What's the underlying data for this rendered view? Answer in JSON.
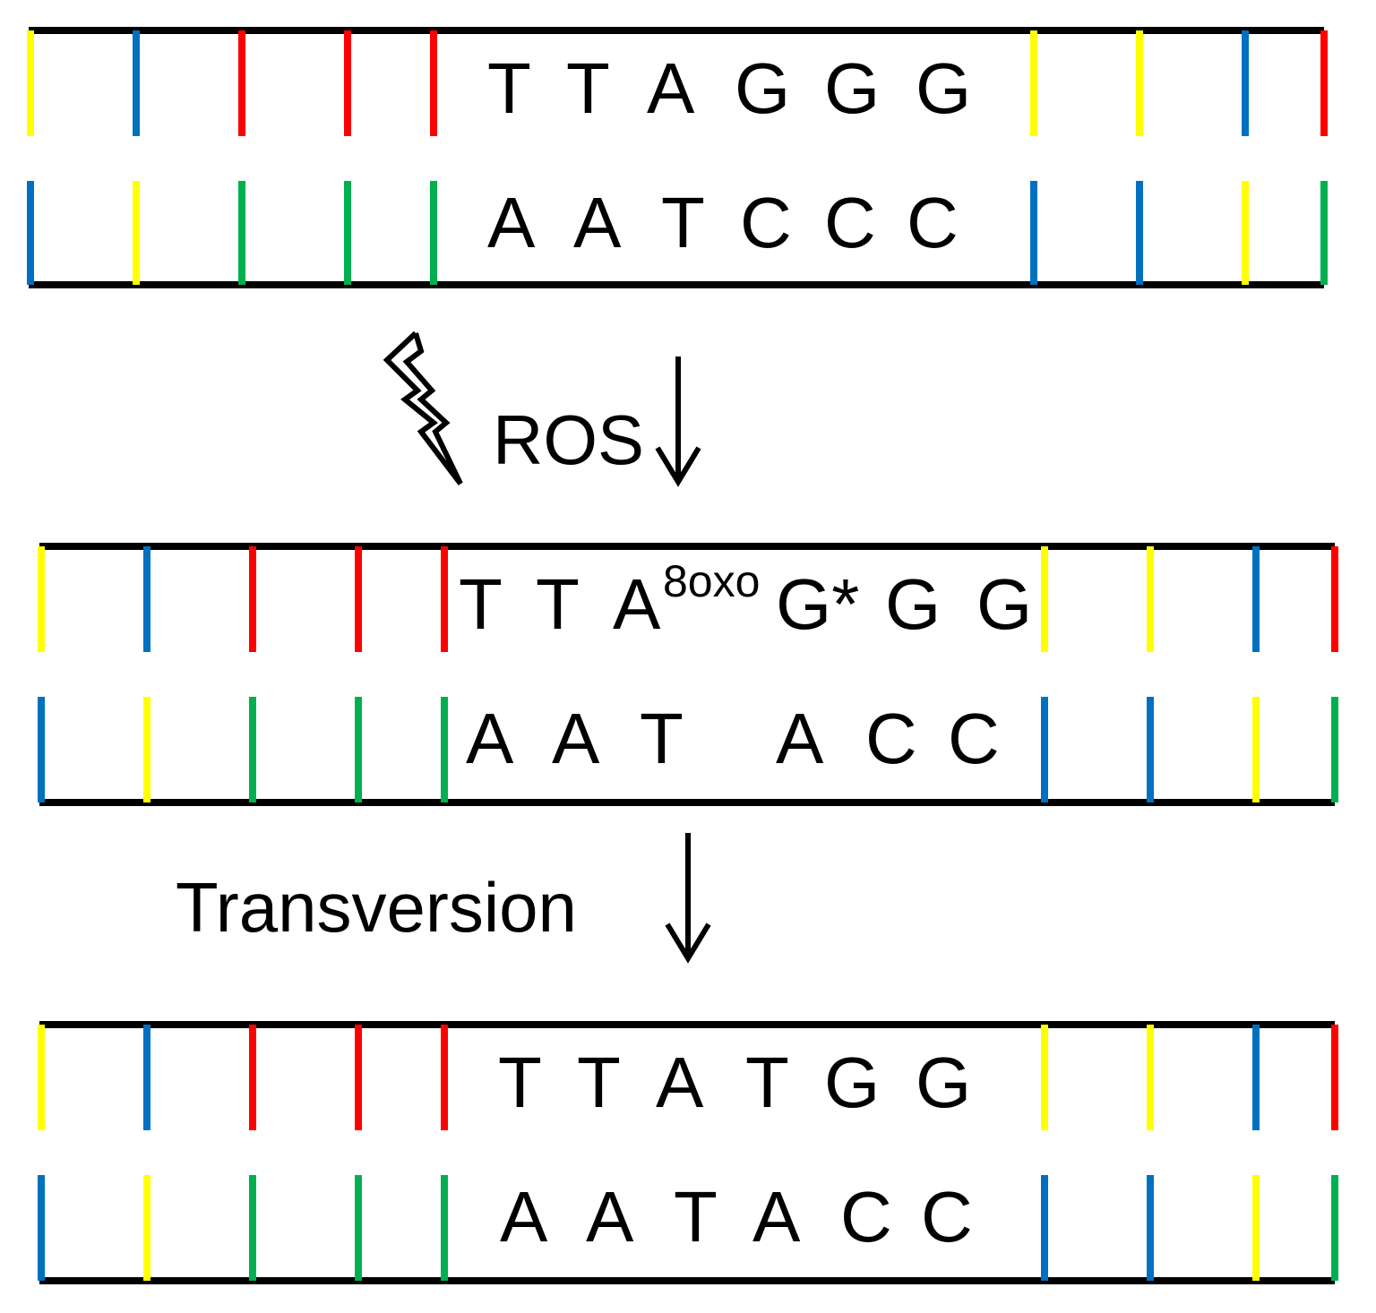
{
  "colors": {
    "yellow": "#ffff00",
    "blue": "#0070c0",
    "red": "#ff0000",
    "green": "#00b050",
    "backbone": "#000000"
  },
  "panels": [
    {
      "id": "original",
      "top_sequence": [
        "T",
        "T",
        "A",
        "G",
        "G",
        "G"
      ],
      "bottom_sequence": [
        "A",
        "A",
        "T",
        "C",
        "C",
        "C"
      ],
      "top_left_bars": [
        "yellow",
        "blue",
        "red",
        "red",
        "red"
      ],
      "top_right_bars": [
        "yellow",
        "yellow",
        "blue",
        "red"
      ],
      "bottom_left_bars": [
        "blue",
        "yellow",
        "green",
        "green",
        "green"
      ],
      "bottom_right_bars": [
        "blue",
        "blue",
        "yellow",
        "green"
      ]
    },
    {
      "id": "oxidized",
      "top_sequence": [
        "T",
        "T",
        "A",
        "G*",
        "G",
        "G"
      ],
      "modification_superscript": "8oxo",
      "bottom_sequence": [
        "A",
        "A",
        "T",
        "A",
        "C",
        "C"
      ],
      "top_left_bars": [
        "yellow",
        "blue",
        "red",
        "red",
        "red"
      ],
      "top_right_bars": [
        "yellow",
        "yellow",
        "blue",
        "red"
      ],
      "bottom_left_bars": [
        "blue",
        "yellow",
        "green",
        "green",
        "green"
      ],
      "bottom_right_bars": [
        "blue",
        "blue",
        "yellow",
        "green"
      ]
    },
    {
      "id": "mutated",
      "top_sequence": [
        "T",
        "T",
        "A",
        "T",
        "G",
        "G"
      ],
      "bottom_sequence": [
        "A",
        "A",
        "T",
        "A",
        "C",
        "C"
      ],
      "top_left_bars": [
        "yellow",
        "blue",
        "red",
        "red",
        "red"
      ],
      "top_right_bars": [
        "yellow",
        "yellow",
        "blue",
        "red"
      ],
      "bottom_left_bars": [
        "blue",
        "yellow",
        "green",
        "green",
        "green"
      ],
      "bottom_right_bars": [
        "blue",
        "blue",
        "yellow",
        "green"
      ]
    }
  ],
  "steps": {
    "ros_label": "ROS",
    "ros_icon": "lightning-bolt-icon",
    "transversion_label": "Transversion",
    "arrow_icon": "down-arrow-icon"
  }
}
